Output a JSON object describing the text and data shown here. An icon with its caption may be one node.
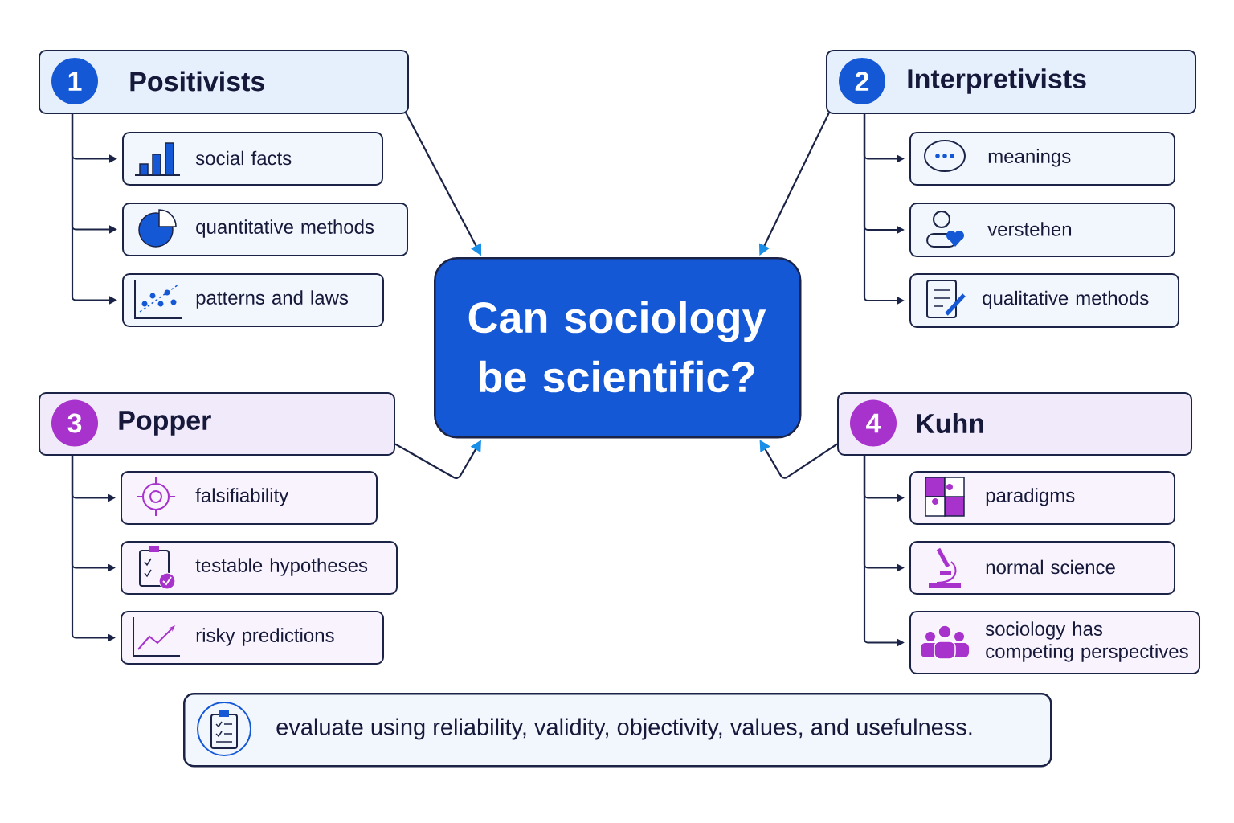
{
  "diagram": {
    "nodes": [
      {
        "text": [
          "1",
          "Positivists"
        ]
      },
      {
        "text": [
          "social facts"
        ]
      },
      {
        "text": [
          "quantitative methods"
        ]
      },
      {
        "text": [
          "patterns and laws"
        ]
      },
      {
        "text": [
          "2",
          "Interpretivists"
        ]
      },
      {
        "text": [
          "meanings"
        ]
      },
      {
        "text": [
          "verstehen"
        ]
      },
      {
        "text": [
          "qualitative methods"
        ]
      },
      {
        "text": [
          "Can sociology be scientific?"
        ]
      },
      {
        "text": [
          "3",
          "Popper"
        ]
      },
      {
        "text": [
          "falsifiability"
        ]
      },
      {
        "text": [
          "testable hypotheses"
        ]
      },
      {
        "text": [
          "risky predictions"
        ]
      },
      {
        "text": [
          "4",
          "Kuhn"
        ]
      },
      {
        "text": [
          "paradigms"
        ]
      },
      {
        "text": [
          "normal science"
        ]
      },
      {
        "text": [
          "sociology has competing perspectives"
        ]
      },
      {
        "text": [
          "evaluate using reliability, validity, objectivity, values, and usefulness."
        ]
      }
    ],
    "edges": [
      {
        "from": 0,
        "to": 1,
        "arrow": "to"
      },
      {
        "from": 0,
        "to": 2,
        "arrow": "to"
      },
      {
        "from": 0,
        "to": 3,
        "arrow": "to"
      },
      {
        "from": 4,
        "to": 5,
        "arrow": "to"
      },
      {
        "from": 4,
        "to": 6,
        "arrow": "to"
      },
      {
        "from": 4,
        "to": 7,
        "arrow": "to"
      },
      {
        "from": 0,
        "to": 8,
        "arrow": "to"
      },
      {
        "from": 4,
        "to": 8,
        "arrow": "to"
      },
      {
        "from": 9,
        "to": 10,
        "arrow": "to"
      },
      {
        "from": 9,
        "to": 11,
        "arrow": "to"
      },
      {
        "from": 9,
        "to": 12,
        "arrow": "to"
      },
      {
        "from": 13,
        "to": 14,
        "arrow": "to"
      },
      {
        "from": 13,
        "to": 15,
        "arrow": "to"
      },
      {
        "from": 13,
        "to": 16,
        "arrow": "to"
      },
      {
        "from": 9,
        "to": 8,
        "arrow": "to"
      },
      {
        "from": 13,
        "to": 8,
        "arrow": "to"
      }
    ]
  }
}
